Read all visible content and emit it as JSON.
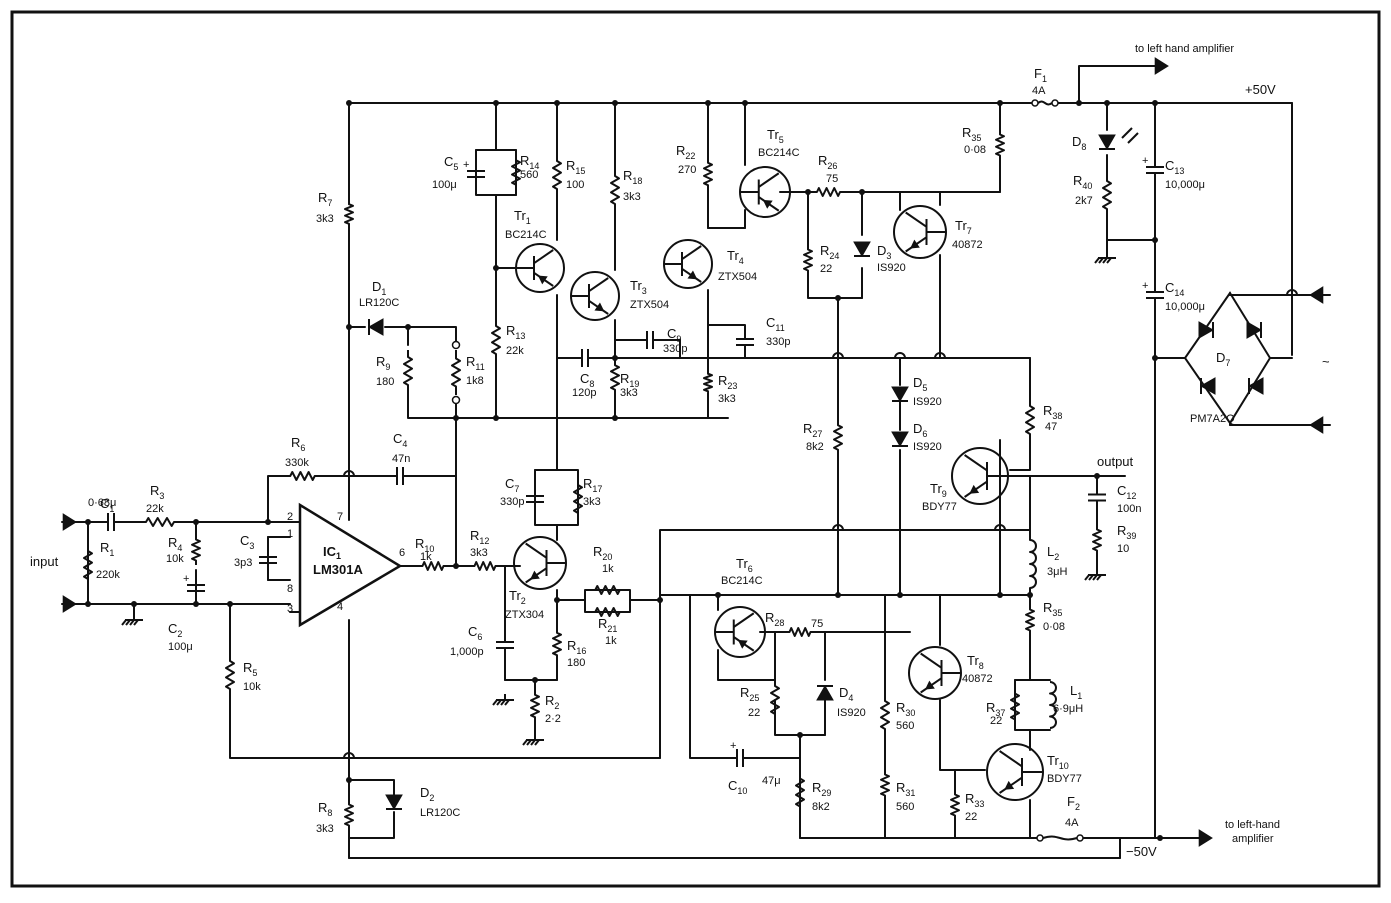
{
  "labels": {
    "input": "input",
    "output": "output",
    "to_left_hand_top": "to left hand amplifier",
    "to_left_hand_bottom_1": "to left-hand",
    "to_left_hand_bottom_2": "amplifier",
    "plus_rail": "+50V",
    "minus_rail": "−50V",
    "ac_symbol": "~"
  },
  "components": [
    {
      "id": "R1",
      "ref": "R",
      "n": "1",
      "value": "220k"
    },
    {
      "id": "C1",
      "ref": "C",
      "n": "1",
      "value": "0·68μ"
    },
    {
      "id": "R3",
      "ref": "R",
      "n": "3",
      "value": "22k"
    },
    {
      "id": "R4",
      "ref": "R",
      "n": "4",
      "value": "10k"
    },
    {
      "id": "C2",
      "ref": "C",
      "n": "2",
      "value": "100μ"
    },
    {
      "id": "C3",
      "ref": "C",
      "n": "3",
      "value": "3p3"
    },
    {
      "id": "R5",
      "ref": "R",
      "n": "5",
      "value": "10k"
    },
    {
      "id": "R6",
      "ref": "R",
      "n": "6",
      "value": "330k"
    },
    {
      "id": "C4",
      "ref": "C",
      "n": "4",
      "value": "47n"
    },
    {
      "id": "R7",
      "ref": "R",
      "n": "7",
      "value": "3k3"
    },
    {
      "id": "R8",
      "ref": "R",
      "n": "8",
      "value": "3k3"
    },
    {
      "id": "D1",
      "ref": "D",
      "n": "1",
      "value": "LR120C"
    },
    {
      "id": "D2",
      "ref": "D",
      "n": "2",
      "value": "LR120C"
    },
    {
      "id": "R9",
      "ref": "R",
      "n": "9",
      "value": "180"
    },
    {
      "id": "R11",
      "ref": "R",
      "n": "11",
      "value": "1k8"
    },
    {
      "id": "R10",
      "ref": "R",
      "n": "10",
      "value": "1k"
    },
    {
      "id": "R12",
      "ref": "R",
      "n": "12",
      "value": "3k3"
    },
    {
      "id": "C5",
      "ref": "C",
      "n": "5",
      "value": "100μ"
    },
    {
      "id": "R14",
      "ref": "R",
      "n": "14",
      "value": "560"
    },
    {
      "id": "R15",
      "ref": "R",
      "n": "15",
      "value": "100"
    },
    {
      "id": "R13",
      "ref": "R",
      "n": "13",
      "value": "22k"
    },
    {
      "id": "R18",
      "ref": "R",
      "n": "18",
      "value": "3k3"
    },
    {
      "id": "R22",
      "ref": "R",
      "n": "22",
      "value": "270"
    },
    {
      "id": "C8",
      "ref": "C",
      "n": "8",
      "value": "120p"
    },
    {
      "id": "R19",
      "ref": "R",
      "n": "19",
      "value": "3k3"
    },
    {
      "id": "C9",
      "ref": "C",
      "n": "9",
      "value": "330p"
    },
    {
      "id": "R23",
      "ref": "R",
      "n": "23",
      "value": "3k3"
    },
    {
      "id": "C11",
      "ref": "C",
      "n": "11",
      "value": "330p"
    },
    {
      "id": "R26",
      "ref": "R",
      "n": "26",
      "value": "75"
    },
    {
      "id": "R24",
      "ref": "R",
      "n": "24",
      "value": "22"
    },
    {
      "id": "D3",
      "ref": "D",
      "n": "3",
      "value": "IS920"
    },
    {
      "id": "R35a",
      "ref": "R",
      "n": "35",
      "value": "0·08"
    },
    {
      "id": "D5",
      "ref": "D",
      "n": "5",
      "value": "IS920"
    },
    {
      "id": "D6",
      "ref": "D",
      "n": "6",
      "value": "IS920"
    },
    {
      "id": "R27",
      "ref": "R",
      "n": "27",
      "value": "8k2"
    },
    {
      "id": "R38",
      "ref": "R",
      "n": "38",
      "value": "47"
    },
    {
      "id": "C7",
      "ref": "C",
      "n": "7",
      "value": "330p"
    },
    {
      "id": "R17",
      "ref": "R",
      "n": "17",
      "value": "3k3"
    },
    {
      "id": "C6",
      "ref": "C",
      "n": "6",
      "value": "1,000p"
    },
    {
      "id": "R16",
      "ref": "R",
      "n": "16",
      "value": "180"
    },
    {
      "id": "R2",
      "ref": "R",
      "n": "2",
      "value": "2·2"
    },
    {
      "id": "R20",
      "ref": "R",
      "n": "20",
      "value": "1k"
    },
    {
      "id": "R21",
      "ref": "R",
      "n": "21",
      "value": "1k"
    },
    {
      "id": "C12",
      "ref": "C",
      "n": "12",
      "value": "100n"
    },
    {
      "id": "R39",
      "ref": "R",
      "n": "39",
      "value": "10"
    },
    {
      "id": "L2",
      "ref": "L",
      "n": "2",
      "value": "3μH"
    },
    {
      "id": "R35b",
      "ref": "R",
      "n": "35",
      "value": "0·08"
    },
    {
      "id": "R28",
      "ref": "R",
      "n": "28",
      "value": "75"
    },
    {
      "id": "R25",
      "ref": "R",
      "n": "25",
      "value": "22"
    },
    {
      "id": "D4",
      "ref": "D",
      "n": "4",
      "value": "IS920"
    },
    {
      "id": "R30",
      "ref": "R",
      "n": "30",
      "value": "560"
    },
    {
      "id": "C10",
      "ref": "C",
      "n": "10",
      "value": "47μ"
    },
    {
      "id": "R29",
      "ref": "R",
      "n": "29",
      "value": "8k2"
    },
    {
      "id": "R31",
      "ref": "R",
      "n": "31",
      "value": "560"
    },
    {
      "id": "R37",
      "ref": "R",
      "n": "37",
      "value": "22"
    },
    {
      "id": "L1",
      "ref": "L",
      "n": "1",
      "value": "6·9μH"
    },
    {
      "id": "R33",
      "ref": "R",
      "n": "33",
      "value": "22"
    },
    {
      "id": "D8",
      "ref": "D",
      "n": "8",
      "value": ""
    },
    {
      "id": "R40",
      "ref": "R",
      "n": "40",
      "value": "2k7"
    },
    {
      "id": "C13",
      "ref": "C",
      "n": "13",
      "value": "10,000μ"
    },
    {
      "id": "C14",
      "ref": "C",
      "n": "14",
      "value": "10,000μ"
    },
    {
      "id": "D7",
      "ref": "D",
      "n": "7",
      "value": "PM7A2Q"
    },
    {
      "id": "F1",
      "ref": "F",
      "n": "1",
      "value": "4A"
    },
    {
      "id": "F2",
      "ref": "F",
      "n": "2",
      "value": "4A"
    },
    {
      "id": "IC1",
      "ref": "IC",
      "n": "1",
      "value": "LM301A"
    },
    {
      "id": "Tr1",
      "ref": "Tr",
      "n": "1",
      "value": "BC214C"
    },
    {
      "id": "Tr2",
      "ref": "Tr",
      "n": "2",
      "value": "ZTX304"
    },
    {
      "id": "Tr3",
      "ref": "Tr",
      "n": "3",
      "value": "ZTX504"
    },
    {
      "id": "Tr4",
      "ref": "Tr",
      "n": "4",
      "value": "ZTX504"
    },
    {
      "id": "Tr5",
      "ref": "Tr",
      "n": "5",
      "value": "BC214C"
    },
    {
      "id": "Tr6",
      "ref": "Tr",
      "n": "6",
      "value": "BC214C"
    },
    {
      "id": "Tr7",
      "ref": "Tr",
      "n": "7",
      "value": "40872"
    },
    {
      "id": "Tr8",
      "ref": "Tr",
      "n": "8",
      "value": "40872"
    },
    {
      "id": "Tr9",
      "ref": "Tr",
      "n": "9",
      "value": "BDY77"
    },
    {
      "id": "Tr10",
      "ref": "Tr",
      "n": "10",
      "value": "BDY77"
    }
  ],
  "ic_pins": [
    "2",
    "3",
    "1",
    "8",
    "7",
    "4",
    "6"
  ]
}
